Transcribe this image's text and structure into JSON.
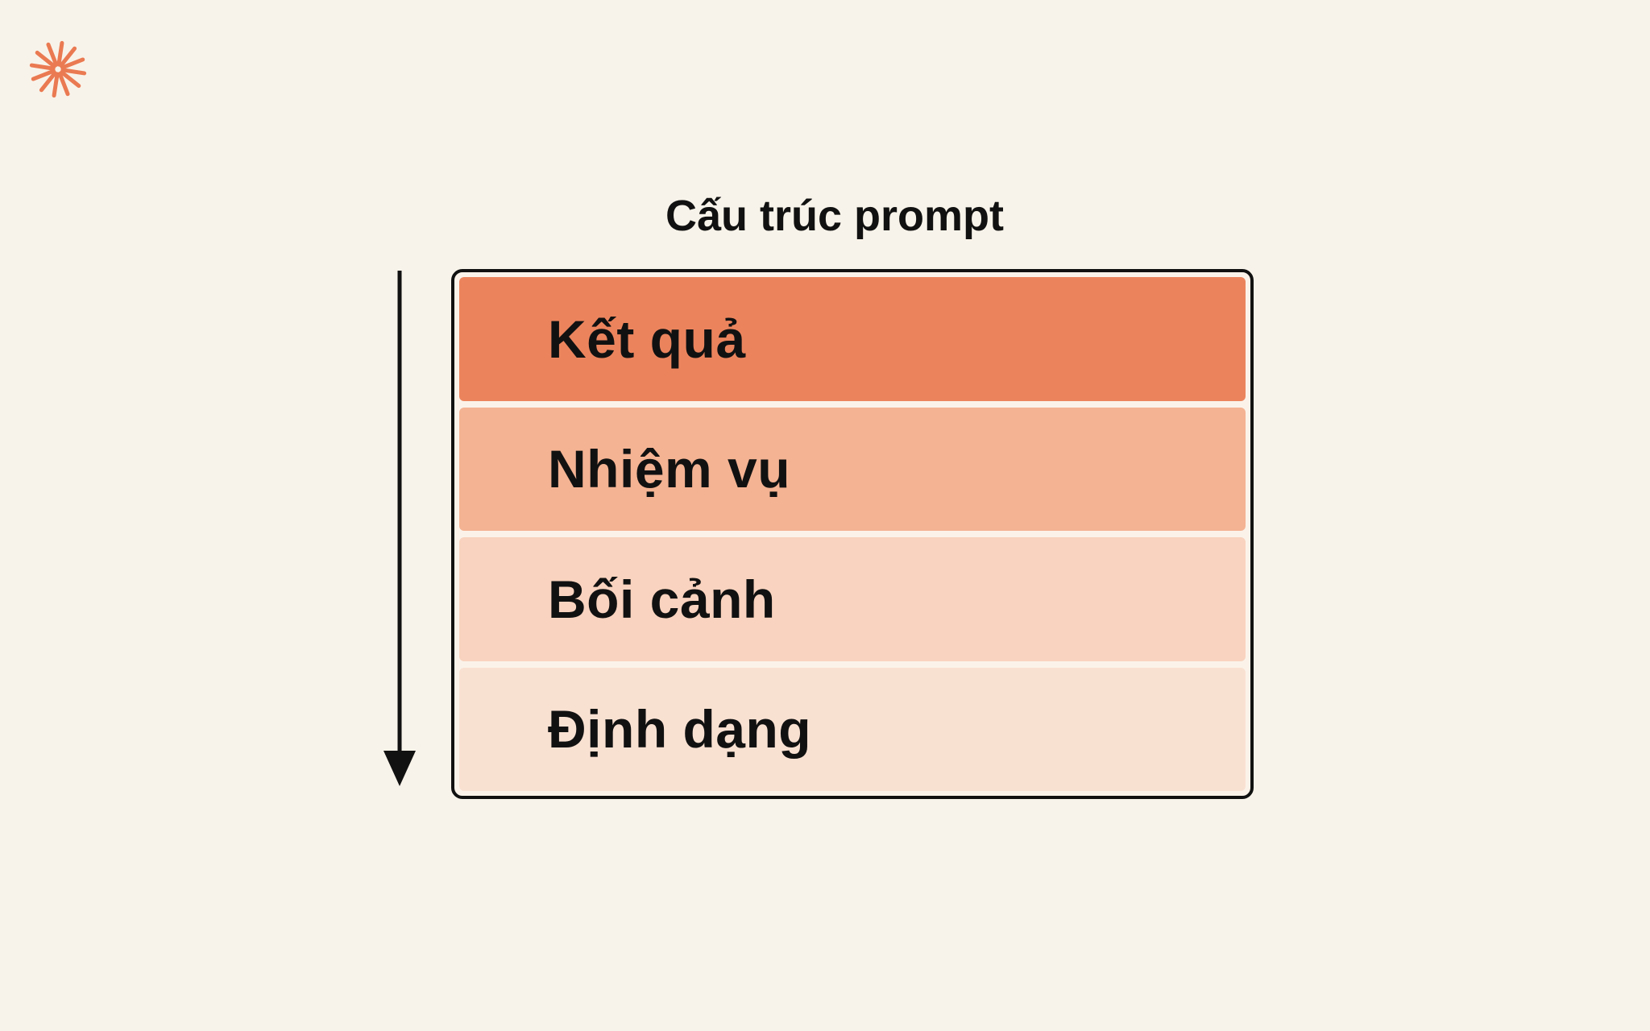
{
  "title": "Cấu trúc prompt",
  "logo_icon": "orange-asterisk-icon",
  "arrow_icon": "down-arrow-icon",
  "colors": {
    "background": "#f8f3ea",
    "accent": "#ea7a52",
    "border": "#111111"
  },
  "layers": [
    {
      "label": "Kết quả",
      "color": "#eb845d"
    },
    {
      "label": "Nhiệm vụ",
      "color": "#f4b393"
    },
    {
      "label": "Bối cảnh",
      "color": "#f9d3bf"
    },
    {
      "label": "Định dạng",
      "color": "#f9e1d2"
    }
  ]
}
